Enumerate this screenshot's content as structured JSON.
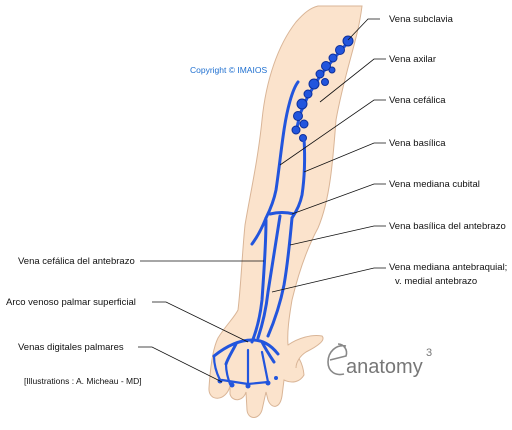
{
  "copyright": "Copyright © IMAIOS",
  "credit": "[Illustrations : A. Micheau - MD]",
  "logo": {
    "text": "anatomy",
    "superscript": "3"
  },
  "colors": {
    "skin": "#fbe3cc",
    "skin_outline": "#d9b597",
    "vein": "#2255dd",
    "vein_dark": "#0d2f9a",
    "copyright": "#1e6fd0",
    "logo": "#777777"
  },
  "labels": {
    "subclavia": "Vena subclavia",
    "axilar": "Vena axilar",
    "cefalica": "Vena cefálica",
    "basilica": "Vena basílica",
    "mediana_cubital": "Vena mediana cubital",
    "basilica_antebrazo": "Vena basílica del antebrazo",
    "mediana_antebraquial": "Vena mediana antebraquial;",
    "medial_antebrazo": "v. medial antebrazo",
    "cefalica_antebrazo": "Vena cefálica del antebrazo",
    "arco_palmar": "Arco venoso palmar superficial",
    "digitales_palmares": "Venas digitales palmares"
  }
}
